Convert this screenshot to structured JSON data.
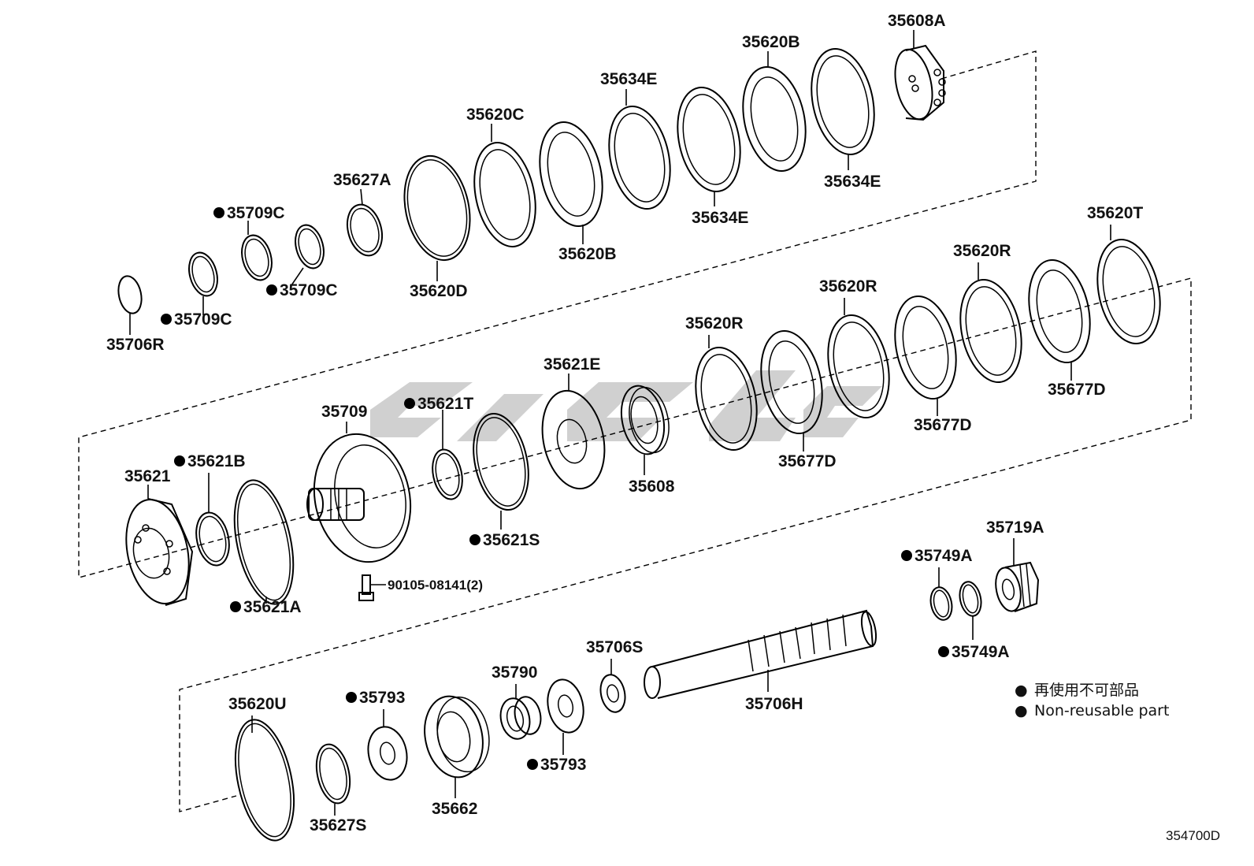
{
  "diagram_id": "354700D",
  "legend": {
    "bullet": "●",
    "line_jp": "再使用不可部品",
    "line_en": "Non-reusable part"
  },
  "labels": {
    "p35608A": "35608A",
    "p35620B_top": "35620B",
    "p35634E_top": "35634E",
    "p35620C": "35620C",
    "p35627A": "35627A",
    "p35709C_1": "35709C",
    "p35709C_2": "35709C",
    "p35709C_3": "35709C",
    "p35706R": "35706R",
    "p35620D": "35620D",
    "p35620B_bot": "35620B",
    "p35634E_mid": "35634E",
    "p35634E_right": "35634E",
    "p35620T": "35620T",
    "p35620R_1": "35620R",
    "p35620R_2": "35620R",
    "p35620R_3": "35620R",
    "p35677D_1": "35677D",
    "p35677D_2": "35677D",
    "p35677D_3": "35677D",
    "p35621E": "35621E",
    "p35621T": "35621T",
    "p35709": "35709",
    "p35621B": "35621B",
    "p35621": "35621",
    "p35608": "35608",
    "p35621S": "35621S",
    "p35621A": "35621A",
    "p90105": "90105-08141(2)",
    "p35749A_1": "35749A",
    "p35749A_2": "35749A",
    "p35719A": "35719A",
    "p35706S": "35706S",
    "p35790": "35790",
    "p35793_1": "35793",
    "p35793_2": "35793",
    "p35620U": "35620U",
    "p35706H": "35706H",
    "p35627S": "35627S",
    "p35662": "35662"
  }
}
